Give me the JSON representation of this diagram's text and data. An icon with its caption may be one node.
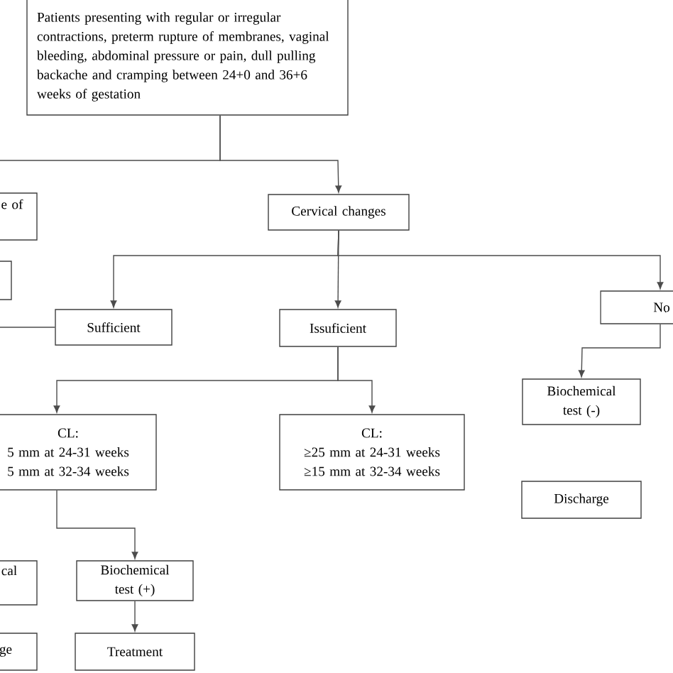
{
  "diagram": {
    "nodes": [
      {
        "text": [
          "Patients presenting with regular or irregular contractions, preterm rupture of membranes, vaginal bleeding, abdominal pressure or pain, dull pulling backache and cramping between 24+0 and 36+6 weeks of gestation"
        ]
      },
      {
        "text": [
          "e of"
        ]
      },
      {
        "text": [],
        "shape": "box"
      },
      {
        "text": [
          "Cervical changes"
        ]
      },
      {
        "text": [
          "Sufficient"
        ]
      },
      {
        "text": [
          "Issuficient"
        ]
      },
      {
        "text": [
          "No"
        ]
      },
      {
        "text": [
          "CL:",
          "5 mm at 24-31 weeks",
          "5 mm at 32-34 weeks"
        ]
      },
      {
        "text": [
          "CL:",
          "≥25 mm at 24-31 weeks",
          "≥15 mm at 32-34 weeks"
        ]
      },
      {
        "text": [
          "Biochemical test (-)"
        ]
      },
      {
        "text": [
          "Discharge"
        ]
      },
      {
        "text": [
          "cal"
        ]
      },
      {
        "text": [
          "Biochemical test (+)"
        ]
      },
      {
        "text": [
          "ge"
        ]
      },
      {
        "text": [
          "Treatment"
        ]
      }
    ],
    "edges": [
      {
        "from": 0,
        "to": 3,
        "arrow": "to"
      },
      {
        "from": 0,
        "to": 1,
        "arrow": "none"
      },
      {
        "from": 3,
        "to": 4,
        "arrow": "to"
      },
      {
        "from": 3,
        "to": 5,
        "arrow": "to"
      },
      {
        "from": 3,
        "to": 6,
        "arrow": "to"
      },
      {
        "from": 4,
        "to": null,
        "arrow": "none"
      },
      {
        "from": 6,
        "to": 9,
        "arrow": "to"
      },
      {
        "from": 5,
        "to": 7,
        "arrow": "to"
      },
      {
        "from": 5,
        "to": 8,
        "arrow": "to"
      },
      {
        "from": 7,
        "to": 12,
        "arrow": "to"
      },
      {
        "from": 12,
        "to": 14,
        "arrow": "to"
      }
    ]
  }
}
